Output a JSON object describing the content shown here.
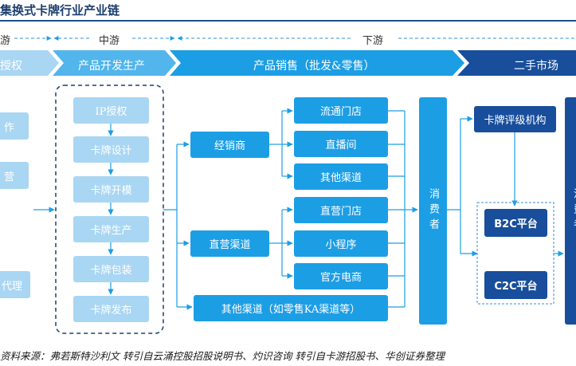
{
  "title": "集换式卡牌行业产业链",
  "stages": {
    "upstream": "游",
    "midstream": "中游",
    "downstream": "下游"
  },
  "chevrons": {
    "c1": "授权",
    "c2": "产品开发生产",
    "c3": "产品销售（批发&零售）",
    "c4": "二手市场"
  },
  "left_col": {
    "b1": "作",
    "b2": "营",
    "b3": "代理"
  },
  "production": [
    "IP授权",
    "卡牌设计",
    "卡牌开模",
    "卡牌生产",
    "卡牌包装",
    "卡牌发布"
  ],
  "sales": {
    "distributor": "经销商",
    "direct": "直营渠道",
    "other_wide": "其他渠道（如零售KA渠道等）"
  },
  "outlets": [
    "流通门店",
    "直播间",
    "其他渠道",
    "直营门店",
    "小程序",
    "官方电商"
  ],
  "consumer": "消费者",
  "secondary": {
    "rating": "卡牌评级机构",
    "b2c": "B2C平台",
    "c2c": "C2C平台",
    "edge": "消费者"
  },
  "source": "资料来源：弗若斯特沙利文 转引自云涌控股招股说明书、灼识咨询 转引自卡游招股书、华创证券整理",
  "colors": {
    "light": "#a9d6f3",
    "mid": "#1c9ee5",
    "dark": "#184e9b",
    "line": "#1c9ee5"
  }
}
